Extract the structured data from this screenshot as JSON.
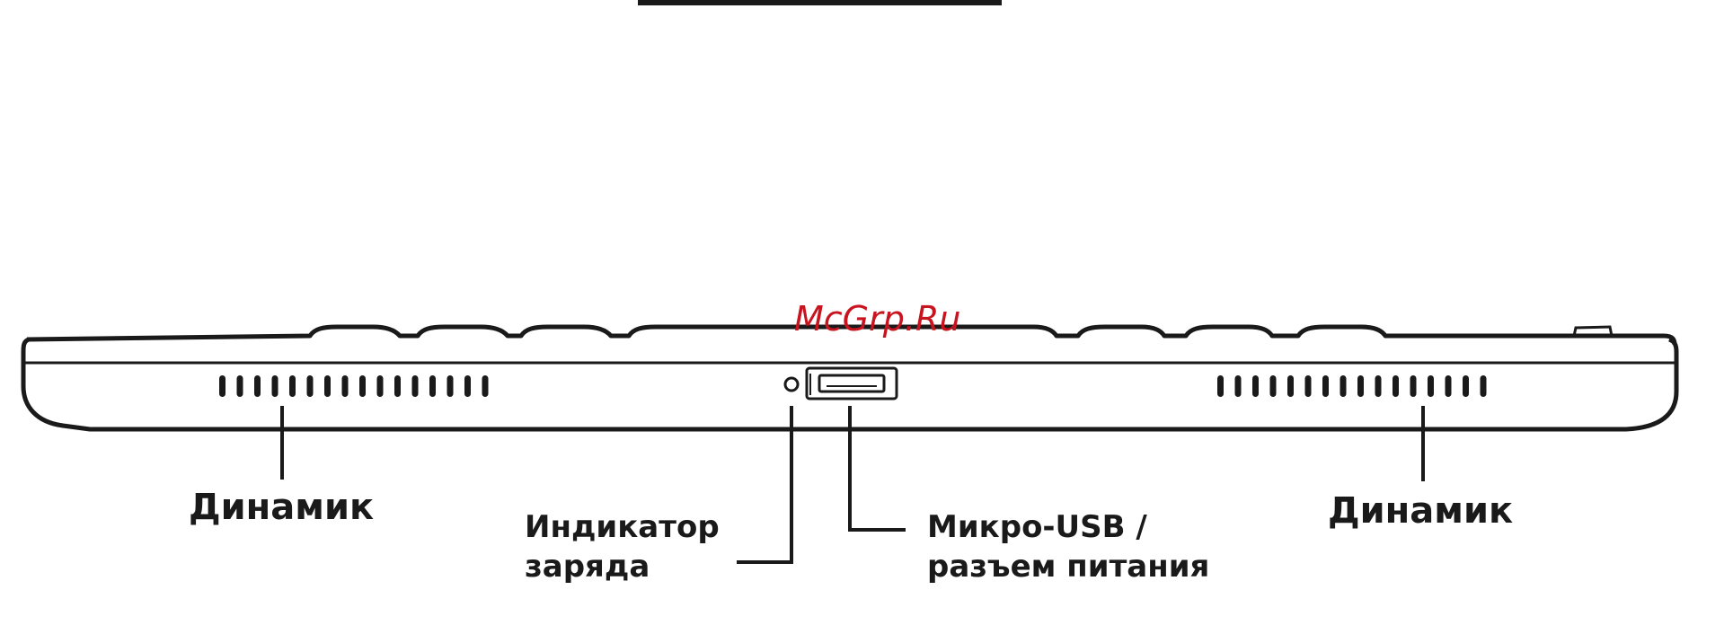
{
  "watermark": "McGrp.Ru",
  "labels": {
    "speaker_left": "Динамик",
    "speaker_right": "Динамик",
    "charge_indicator_line1": "Индикатор",
    "charge_indicator_line2": "заряда",
    "usb_line1": "Микро-USB /",
    "usb_line2": "разъем питания"
  },
  "colors": {
    "line": "#1a1a1a",
    "watermark": "#c8141e",
    "background": "#ffffff"
  }
}
